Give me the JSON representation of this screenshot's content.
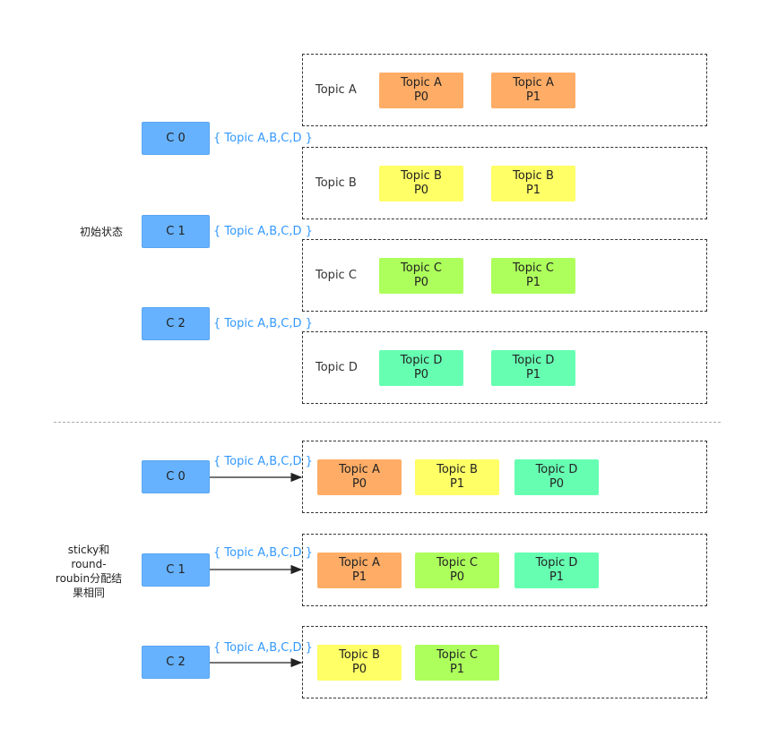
{
  "colors": {
    "topic_a": "#ffad66",
    "topic_b": "#ffff66",
    "topic_c": "#adff5c",
    "topic_d": "#66ffb2",
    "consumer": "#66b2ff",
    "subscription_text": "#3399ff"
  },
  "top": {
    "label": "初始状态",
    "consumers": [
      {
        "name": "C 0",
        "subscription": "{ Topic A,B,C,D }"
      },
      {
        "name": "C 1",
        "subscription": "{ Topic A,B,C,D }"
      },
      {
        "name": "C 2",
        "subscription": "{ Topic A,B,C,D }"
      }
    ],
    "topics": [
      {
        "label": "Topic A",
        "partitions": [
          {
            "name": "Topic A",
            "part": "P0",
            "color": "topic_a"
          },
          {
            "name": "Topic A",
            "part": "P1",
            "color": "topic_a"
          }
        ]
      },
      {
        "label": "Topic B",
        "partitions": [
          {
            "name": "Topic B",
            "part": "P0",
            "color": "topic_b"
          },
          {
            "name": "Topic B",
            "part": "P1",
            "color": "topic_b"
          }
        ]
      },
      {
        "label": "Topic C",
        "partitions": [
          {
            "name": "Topic C",
            "part": "P0",
            "color": "topic_c"
          },
          {
            "name": "Topic C",
            "part": "P1",
            "color": "topic_c"
          }
        ]
      },
      {
        "label": "Topic D",
        "partitions": [
          {
            "name": "Topic D",
            "part": "P0",
            "color": "topic_d"
          },
          {
            "name": "Topic D",
            "part": "P1",
            "color": "topic_d"
          }
        ]
      }
    ]
  },
  "bottom": {
    "label_lines": [
      "sticky和",
      "round-",
      "roubin分配结",
      "果相同"
    ],
    "assignments": [
      {
        "consumer": "C 0",
        "subscription": "{ Topic A,B,C,D }",
        "partitions": [
          {
            "name": "Topic A",
            "part": "P0",
            "color": "topic_a"
          },
          {
            "name": "Topic B",
            "part": "P1",
            "color": "topic_b"
          },
          {
            "name": "Topic D",
            "part": "P0",
            "color": "topic_d"
          }
        ]
      },
      {
        "consumer": "C 1",
        "subscription": "{ Topic A,B,C,D }",
        "partitions": [
          {
            "name": "Topic A",
            "part": "P1",
            "color": "topic_a"
          },
          {
            "name": "Topic C",
            "part": "P0",
            "color": "topic_c"
          },
          {
            "name": "Topic D",
            "part": "P1",
            "color": "topic_d"
          }
        ]
      },
      {
        "consumer": "C 2",
        "subscription": "{ Topic A,B,C,D }",
        "partitions": [
          {
            "name": "Topic B",
            "part": "P0",
            "color": "topic_b"
          },
          {
            "name": "Topic C",
            "part": "P1",
            "color": "topic_c"
          }
        ]
      }
    ]
  }
}
